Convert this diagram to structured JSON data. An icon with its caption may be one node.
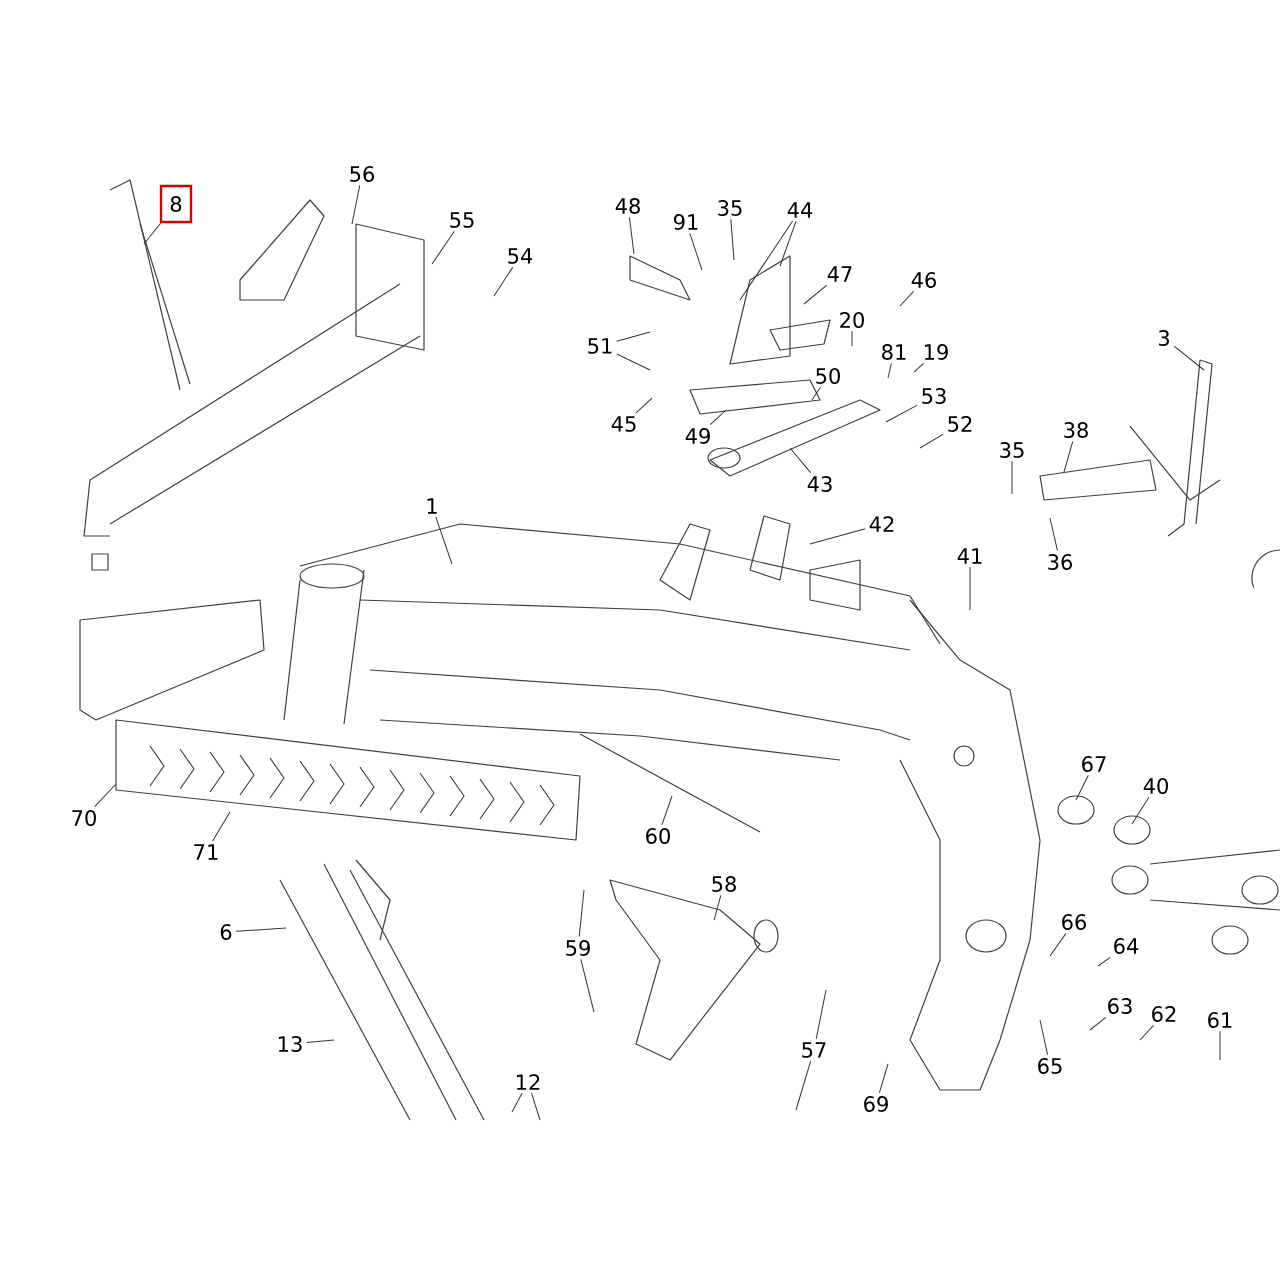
{
  "diagram": {
    "nodes": [
      {
        "text": [
          "56"
        ]
      },
      {
        "text": [
          "8"
        ]
      },
      {
        "text": [
          "48"
        ]
      },
      {
        "text": [
          "44"
        ]
      },
      {
        "text": [
          "35"
        ]
      },
      {
        "text": [
          "91"
        ]
      },
      {
        "text": [
          "55"
        ]
      },
      {
        "text": [
          "54"
        ]
      },
      {
        "text": [
          "47"
        ]
      },
      {
        "text": [
          "46"
        ]
      },
      {
        "text": [
          "20"
        ]
      },
      {
        "text": [
          "81"
        ]
      },
      {
        "text": [
          "19"
        ]
      },
      {
        "text": [
          "3"
        ]
      },
      {
        "text": [
          "51"
        ]
      },
      {
        "text": [
          "50"
        ]
      },
      {
        "text": [
          "53"
        ]
      },
      {
        "text": [
          "45"
        ]
      },
      {
        "text": [
          "49"
        ]
      },
      {
        "text": [
          "52"
        ]
      },
      {
        "text": [
          "38"
        ]
      },
      {
        "text": [
          "35"
        ]
      },
      {
        "text": [
          "43"
        ]
      },
      {
        "text": [
          "1"
        ]
      },
      {
        "text": [
          "42"
        ]
      },
      {
        "text": [
          "41"
        ]
      },
      {
        "text": [
          "36"
        ]
      },
      {
        "text": [
          "67"
        ]
      },
      {
        "text": [
          "40"
        ]
      },
      {
        "text": [
          "70"
        ]
      },
      {
        "text": [
          "60"
        ]
      },
      {
        "text": [
          "71"
        ]
      },
      {
        "text": [
          "58"
        ]
      },
      {
        "text": [
          "66"
        ]
      },
      {
        "text": [
          "6"
        ]
      },
      {
        "text": [
          "64"
        ]
      },
      {
        "text": [
          "59"
        ]
      },
      {
        "text": [
          "63"
        ]
      },
      {
        "text": [
          "62"
        ]
      },
      {
        "text": [
          "61"
        ]
      },
      {
        "text": [
          "13"
        ]
      },
      {
        "text": [
          "57"
        ]
      },
      {
        "text": [
          "65"
        ]
      },
      {
        "text": [
          "12"
        ]
      },
      {
        "text": [
          "69"
        ]
      }
    ],
    "edges": [
      {
        "from": 0,
        "to": null,
        "arrow": "none"
      },
      {
        "from": 1,
        "to": null,
        "arrow": "none"
      },
      {
        "from": 2,
        "to": null,
        "arrow": "none"
      },
      {
        "from": 3,
        "to": null,
        "arrow": "none"
      },
      {
        "from": 3,
        "to": null,
        "arrow": "none"
      },
      {
        "from": 4,
        "to": null,
        "arrow": "none"
      },
      {
        "from": 5,
        "to": null,
        "arrow": "none"
      },
      {
        "from": 6,
        "to": null,
        "arrow": "none"
      },
      {
        "from": 7,
        "to": null,
        "arrow": "none"
      },
      {
        "from": 8,
        "to": null,
        "arrow": "none"
      },
      {
        "from": 9,
        "to": null,
        "arrow": "none"
      },
      {
        "from": 10,
        "to": null,
        "arrow": "none"
      },
      {
        "from": 11,
        "to": null,
        "arrow": "none"
      },
      {
        "from": 12,
        "to": null,
        "arrow": "none"
      },
      {
        "from": 13,
        "to": null,
        "arrow": "none"
      },
      {
        "from": 14,
        "to": null,
        "arrow": "none"
      },
      {
        "from": 14,
        "to": null,
        "arrow": "none"
      },
      {
        "from": 15,
        "to": null,
        "arrow": "none"
      },
      {
        "from": 16,
        "to": null,
        "arrow": "none"
      },
      {
        "from": 17,
        "to": null,
        "arrow": "none"
      },
      {
        "from": 18,
        "to": null,
        "arrow": "none"
      },
      {
        "from": 19,
        "to": null,
        "arrow": "none"
      },
      {
        "from": 20,
        "to": null,
        "arrow": "none"
      },
      {
        "from": 21,
        "to": null,
        "arrow": "none"
      },
      {
        "from": 22,
        "to": null,
        "arrow": "none"
      },
      {
        "from": 23,
        "to": null,
        "arrow": "none"
      },
      {
        "from": 24,
        "to": null,
        "arrow": "none"
      },
      {
        "from": 25,
        "to": null,
        "arrow": "none"
      },
      {
        "from": 26,
        "to": null,
        "arrow": "none"
      },
      {
        "from": 27,
        "to": null,
        "arrow": "none"
      },
      {
        "from": 28,
        "to": null,
        "arrow": "none"
      },
      {
        "from": 29,
        "to": null,
        "arrow": "none"
      },
      {
        "from": 30,
        "to": null,
        "arrow": "none"
      },
      {
        "from": 31,
        "to": null,
        "arrow": "none"
      },
      {
        "from": 32,
        "to": null,
        "arrow": "none"
      },
      {
        "from": 33,
        "to": null,
        "arrow": "none"
      },
      {
        "from": 34,
        "to": null,
        "arrow": "none"
      },
      {
        "from": 35,
        "to": null,
        "arrow": "none"
      },
      {
        "from": 36,
        "to": null,
        "arrow": "none"
      },
      {
        "from": 36,
        "to": null,
        "arrow": "none"
      },
      {
        "from": 37,
        "to": null,
        "arrow": "none"
      },
      {
        "from": 38,
        "to": null,
        "arrow": "none"
      },
      {
        "from": 39,
        "to": null,
        "arrow": "none"
      },
      {
        "from": 40,
        "to": null,
        "arrow": "none"
      },
      {
        "from": 41,
        "to": null,
        "arrow": "none"
      },
      {
        "from": 41,
        "to": null,
        "arrow": "none"
      },
      {
        "from": 42,
        "to": null,
        "arrow": "none"
      },
      {
        "from": 43,
        "to": null,
        "arrow": "none"
      },
      {
        "from": 43,
        "to": null,
        "arrow": "none"
      },
      {
        "from": 44,
        "to": null,
        "arrow": "none"
      }
    ]
  }
}
